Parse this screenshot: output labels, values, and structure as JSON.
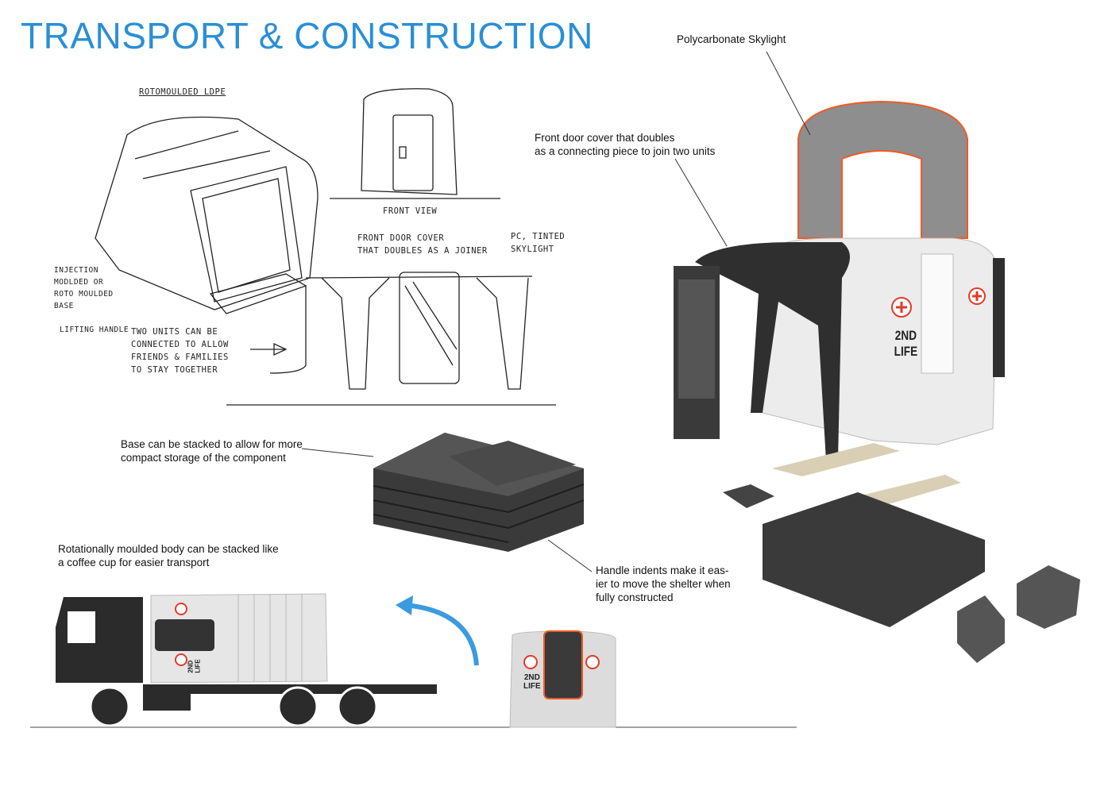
{
  "title": "TRANSPORT & CONSTRUCTION",
  "captions": {
    "skylight": "Polycarbonate Skylight",
    "door_cover": [
      "Front door cover that doubles",
      "as a connecting piece to join two units"
    ],
    "base_stack": [
      "Base can be stacked to allow for more",
      "compact storage of the component"
    ],
    "body_stack": [
      "Rotationally moulded body can be stacked like",
      "a coffee cup for easier transport"
    ],
    "handle": [
      "Handle indents make it eas-",
      "ier to move the shelter when",
      "fully constructed"
    ]
  },
  "sketch_notes": {
    "rotomoulded": "ROTOMOULDED LDPE",
    "front_view": "FRONT VIEW",
    "front_door": [
      "FRONT DOOR COVER",
      "THAT DOUBLES AS A JOINER"
    ],
    "pc_tinted": [
      "PC, TINTED",
      "SKYLIGHT"
    ],
    "injection": [
      "INJECTION",
      "MODLDED OR",
      "ROTO MOULDED",
      "BASE"
    ],
    "lifting": "LIFTING HANDLE",
    "two_units": [
      "TWO UNITS CAN BE",
      "CONNECTED TO ALLOW",
      "FRIENDS & FAMILIES",
      "TO STAY TOGETHER"
    ]
  },
  "brand": {
    "line1": "2ND",
    "line2": "LIFE"
  },
  "colors": {
    "title": "#2a8fd6",
    "accent": "#e23a2a",
    "skylight_edge": "#f05a22",
    "dark": "#2f2f2f",
    "beige": "#d8cfb4",
    "arrow": "#3a9be0"
  }
}
